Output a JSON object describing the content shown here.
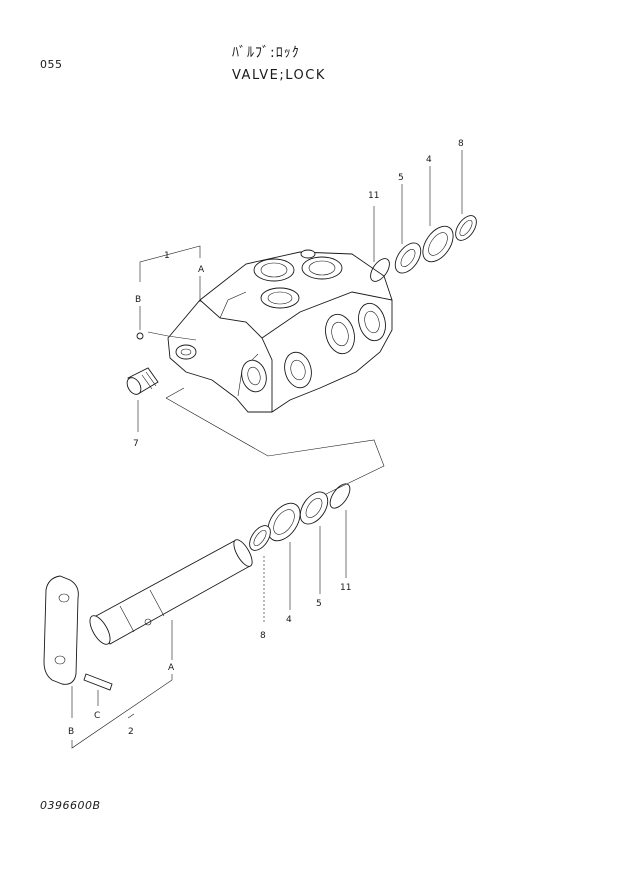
{
  "header": {
    "page_number": "055",
    "title_jp": "ﾊﾞﾙﾌﾞ:ﾛｯｸ",
    "title_en": "VALVE;LOCK"
  },
  "footer": {
    "drawing_code": "0396600B"
  },
  "callouts": {
    "upper": {
      "part_1": "1",
      "ref_a": "A",
      "ref_b": "B",
      "part_7": "7",
      "part_11": "11",
      "part_5": "5",
      "part_4": "4",
      "part_8": "8"
    },
    "lower": {
      "part_11": "11",
      "part_5": "5",
      "part_4": "4",
      "part_8": "8",
      "ref_a": "A",
      "ref_b": "B",
      "ref_c": "C",
      "part_2": "2"
    }
  }
}
